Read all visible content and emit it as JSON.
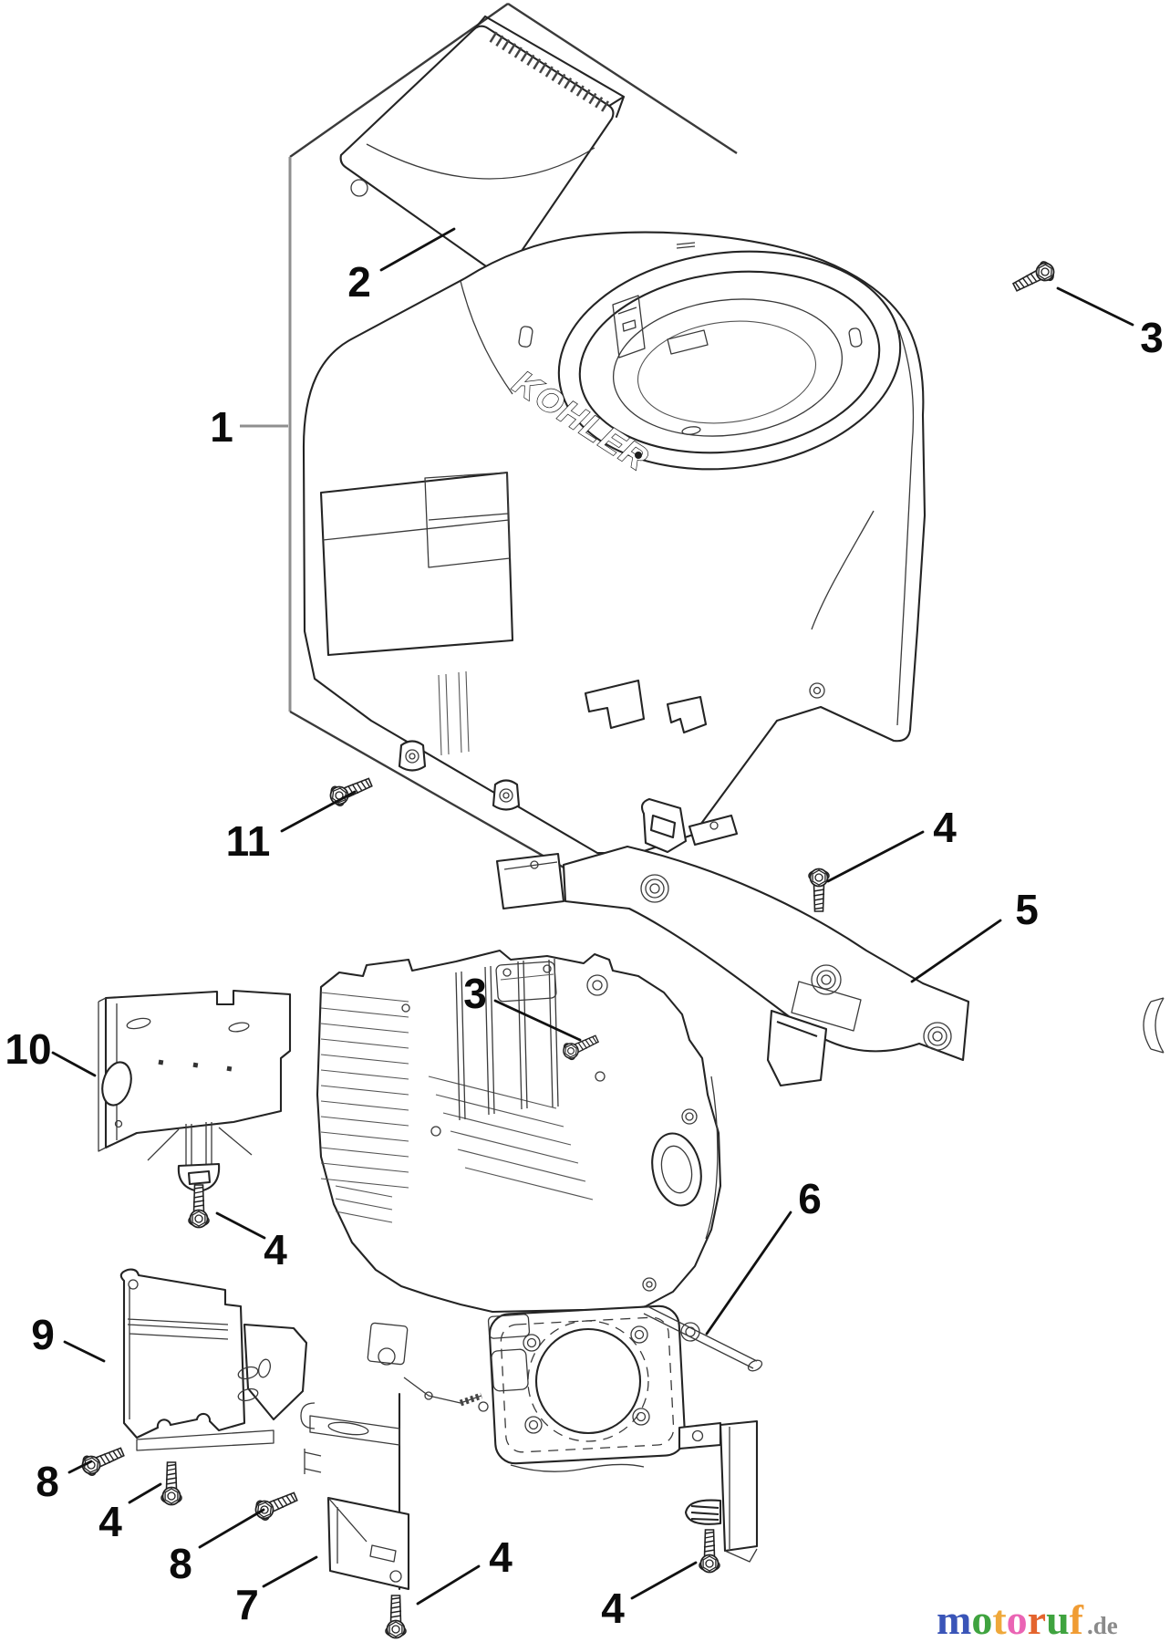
{
  "figure": {
    "background": "#ffffff",
    "ink": "#222222",
    "bracket_gray": "#8f8f8f"
  },
  "branding": {
    "engine_logo": "KOHLER",
    "watermark": {
      "letters": [
        {
          "ch": "m",
          "color": "#3a55b8"
        },
        {
          "ch": "o",
          "color": "#3fa33f"
        },
        {
          "ch": "t",
          "color": "#efa83a"
        },
        {
          "ch": "o",
          "color": "#ea64b4"
        },
        {
          "ch": "r",
          "color": "#e4642e"
        },
        {
          "ch": "u",
          "color": "#3fa33f"
        },
        {
          "ch": "f",
          "color": "#f09c34"
        }
      ],
      "suffix": ".de"
    }
  },
  "callouts": [
    {
      "id": "1",
      "label": "1"
    },
    {
      "id": "2",
      "label": "2"
    },
    {
      "id": "3-upper",
      "label": "3"
    },
    {
      "id": "4-housing",
      "label": "4"
    },
    {
      "id": "5",
      "label": "5"
    },
    {
      "id": "3-mid",
      "label": "3"
    },
    {
      "id": "10",
      "label": "10"
    },
    {
      "id": "4-shroud",
      "label": "4"
    },
    {
      "id": "9",
      "label": "9"
    },
    {
      "id": "6",
      "label": "6"
    },
    {
      "id": "8-left",
      "label": "8"
    },
    {
      "id": "4-left",
      "label": "4"
    },
    {
      "id": "8-mid",
      "label": "8"
    },
    {
      "id": "7",
      "label": "7"
    },
    {
      "id": "4-bottom",
      "label": "4"
    },
    {
      "id": "4-right",
      "label": "4"
    },
    {
      "id": "11",
      "label": "11"
    }
  ]
}
